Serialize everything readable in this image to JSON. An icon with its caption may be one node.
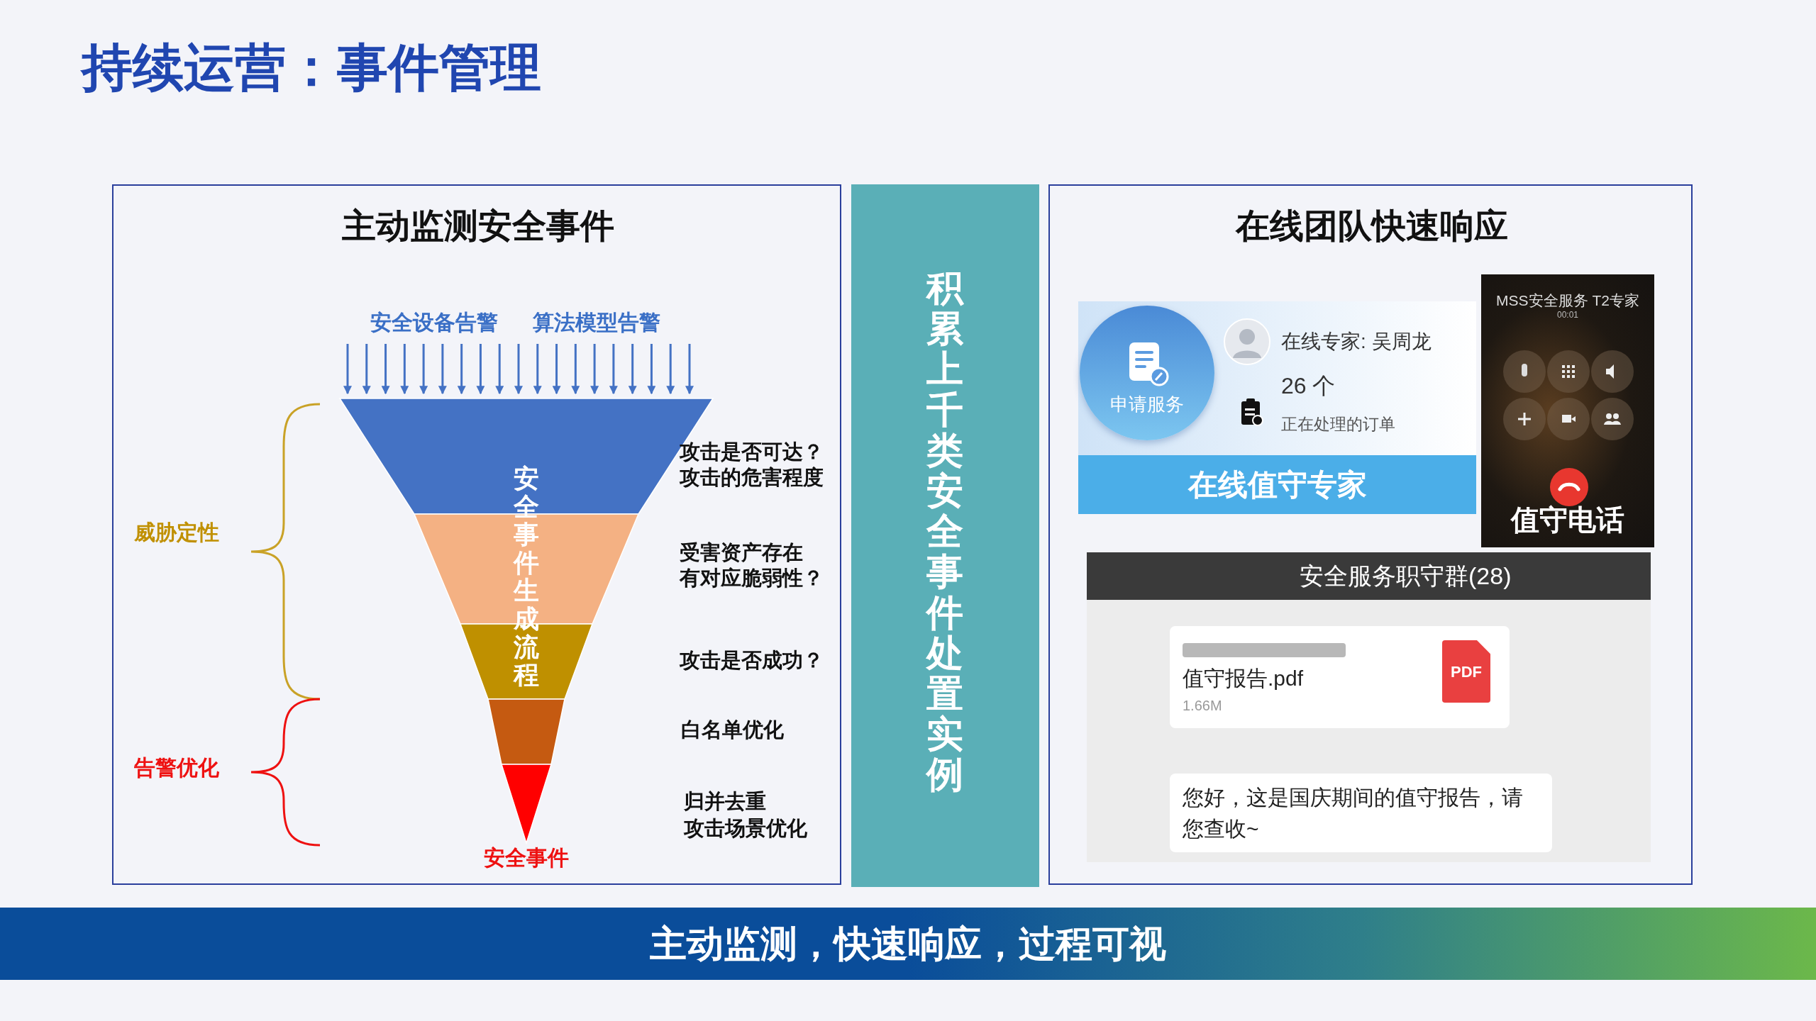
{
  "diagram": {
    "title": "持续运营：事件管理",
    "nodes": [
      {
        "text": [
          "主动监测安全事件"
        ]
      },
      {
        "text": [
          "积累上千类安全事件处置实例"
        ]
      },
      {
        "text": [
          "在线团队快速响应"
        ]
      },
      {
        "text": [
          "在线专家: 吴周龙",
          "26 个",
          "正在处理的订单",
          "在线值守专家"
        ],
        "in": 2
      },
      {
        "text": [
          "申请服务"
        ],
        "in": 3
      },
      {
        "text": [
          "MSS安全服务 T2专家",
          "00:01",
          "值守电话"
        ],
        "in": 2
      },
      {
        "text": [
          "安全服务职守群(28)"
        ],
        "in": 2
      },
      {
        "text": [
          "值守报告.pdf",
          "1.66M"
        ],
        "in": 6
      },
      {
        "text": [
          "PDF"
        ],
        "in": 7
      },
      {
        "text": [
          "您好，这是国庆期间的值守报告，请您查收~"
        ],
        "in": 6
      },
      {
        "text": [
          "主动监测，快速响应，过程可视"
        ]
      }
    ],
    "labels": [
      "安全设备告警",
      "算法模型告警",
      "安全事件生成流程",
      "攻击是否可达？",
      "攻击的危害程度",
      "受害资产存在",
      "有对应脆弱性？",
      "攻击是否成功？",
      "白名单优化",
      "归并去重",
      "攻击场景优化",
      "威胁定性",
      "告警优化",
      "安全事件"
    ]
  }
}
